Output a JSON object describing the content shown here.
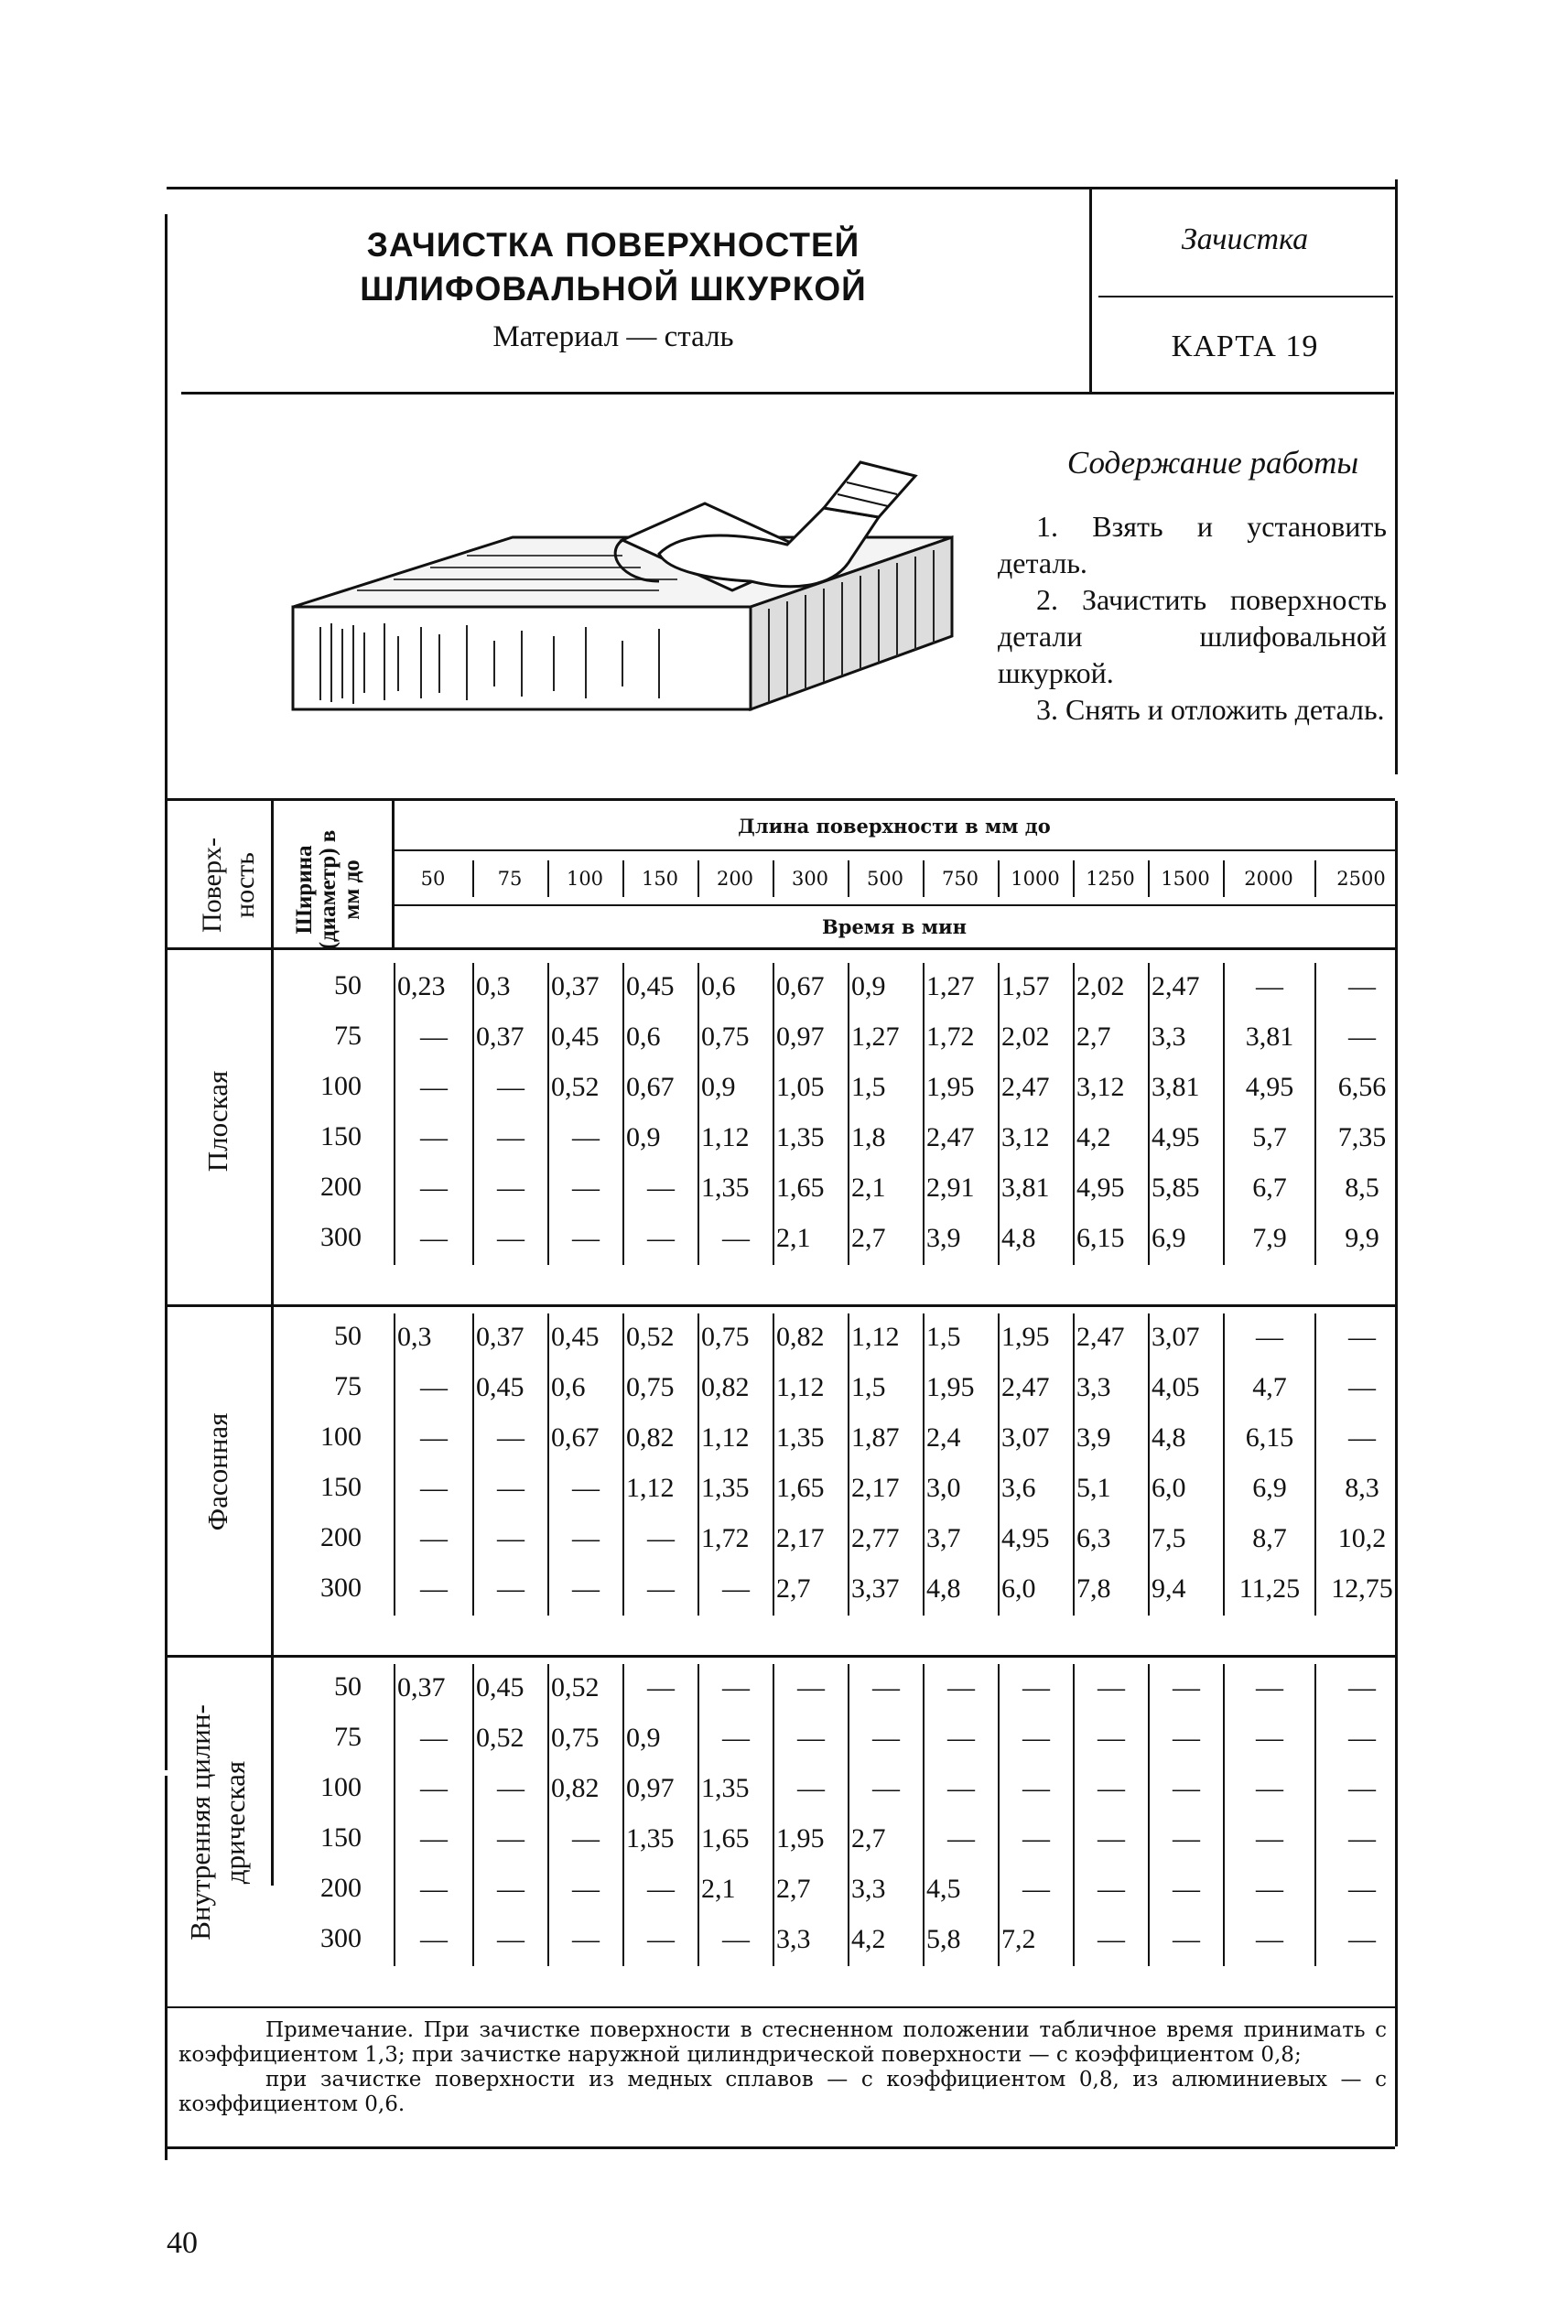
{
  "header": {
    "title_line1": "ЗАЧИСТКА ПОВЕРХНОСТЕЙ",
    "title_line2": "ШЛИФОВАЛЬНОЙ ШКУРКОЙ",
    "material": "Материал — сталь",
    "category": "Зачистка",
    "card": "КАРТА 19"
  },
  "work": {
    "heading": "Содержание работы",
    "steps": [
      "1. Взять и установить деталь.",
      "2. Зачистить поверхность детали шлифовальной шкуркой.",
      "3. Снять и отложить деталь."
    ]
  },
  "table": {
    "col_surface": "Поверх-ность",
    "col_width": "Ширина (диаметр) в мм до",
    "length_header": "Длина поверхности в мм до",
    "time_header": "Время в мин",
    "lengths": [
      "50",
      "75",
      "100",
      "150",
      "200",
      "300",
      "500",
      "750",
      "1000",
      "1250",
      "1500",
      "2000",
      "2500"
    ],
    "groups": [
      {
        "name": "Плоская",
        "rows": [
          {
            "w": "50",
            "v": [
              "0,23",
              "0,3",
              "0,37",
              "0,45",
              "0,6",
              "0,67",
              "0,9",
              "1,27",
              "1,57",
              "2,02",
              "2,47",
              "—",
              "—"
            ]
          },
          {
            "w": "75",
            "v": [
              "—",
              "0,37",
              "0,45",
              "0,6",
              "0,75",
              "0,97",
              "1,27",
              "1,72",
              "2,02",
              "2,7",
              "3,3",
              "3,81",
              "—"
            ]
          },
          {
            "w": "100",
            "v": [
              "—",
              "—",
              "0,52",
              "0,67",
              "0,9",
              "1,05",
              "1,5",
              "1,95",
              "2,47",
              "3,12",
              "3,81",
              "4,95",
              "6,56"
            ]
          },
          {
            "w": "150",
            "v": [
              "—",
              "—",
              "—",
              "0,9",
              "1,12",
              "1,35",
              "1,8",
              "2,47",
              "3,12",
              "4,2",
              "4,95",
              "5,7",
              "7,35"
            ]
          },
          {
            "w": "200",
            "v": [
              "—",
              "—",
              "—",
              "—",
              "1,35",
              "1,65",
              "2,1",
              "2,91",
              "3,81",
              "4,95",
              "5,85",
              "6,7",
              "8,5"
            ]
          },
          {
            "w": "300",
            "v": [
              "—",
              "—",
              "—",
              "—",
              "—",
              "2,1",
              "2,7",
              "3,9",
              "4,8",
              "6,15",
              "6,9",
              "7,9",
              "9,9"
            ]
          }
        ]
      },
      {
        "name": "Фасонная",
        "rows": [
          {
            "w": "50",
            "v": [
              "0,3",
              "0,37",
              "0,45",
              "0,52",
              "0,75",
              "0,82",
              "1,12",
              "1,5",
              "1,95",
              "2,47",
              "3,07",
              "—",
              "—"
            ]
          },
          {
            "w": "75",
            "v": [
              "—",
              "0,45",
              "0,6",
              "0,75",
              "0,82",
              "1,12",
              "1,5",
              "1,95",
              "2,47",
              "3,3",
              "4,05",
              "4,7",
              "—"
            ]
          },
          {
            "w": "100",
            "v": [
              "—",
              "—",
              "0,67",
              "0,82",
              "1,12",
              "1,35",
              "1,87",
              "2,4",
              "3,07",
              "3,9",
              "4,8",
              "6,15",
              "—"
            ]
          },
          {
            "w": "150",
            "v": [
              "—",
              "—",
              "—",
              "1,12",
              "1,35",
              "1,65",
              "2,17",
              "3,0",
              "3,6",
              "5,1",
              "6,0",
              "6,9",
              "8,3"
            ]
          },
          {
            "w": "200",
            "v": [
              "—",
              "—",
              "—",
              "—",
              "1,72",
              "2,17",
              "2,77",
              "3,7",
              "4,95",
              "6,3",
              "7,5",
              "8,7",
              "10,2"
            ]
          },
          {
            "w": "300",
            "v": [
              "—",
              "—",
              "—",
              "—",
              "—",
              "2,7",
              "3,37",
              "4,8",
              "6,0",
              "7,8",
              "9,4",
              "11,25",
              "12,75"
            ]
          }
        ]
      },
      {
        "name": "Внутренняя цилин-дрическая",
        "rows": [
          {
            "w": "50",
            "v": [
              "0,37",
              "0,45",
              "0,52",
              "—",
              "—",
              "—",
              "—",
              "—",
              "—",
              "—",
              "—",
              "—",
              "—"
            ]
          },
          {
            "w": "75",
            "v": [
              "—",
              "0,52",
              "0,75",
              "0,9",
              "—",
              "—",
              "—",
              "—",
              "—",
              "—",
              "—",
              "—",
              "—"
            ]
          },
          {
            "w": "100",
            "v": [
              "—",
              "—",
              "0,82",
              "0,97",
              "1,35",
              "—",
              "—",
              "—",
              "—",
              "—",
              "—",
              "—",
              "—"
            ]
          },
          {
            "w": "150",
            "v": [
              "—",
              "—",
              "—",
              "1,35",
              "1,65",
              "1,95",
              "2,7",
              "—",
              "—",
              "—",
              "—",
              "—",
              "—"
            ]
          },
          {
            "w": "200",
            "v": [
              "—",
              "—",
              "—",
              "—",
              "2,1",
              "2,7",
              "3,3",
              "4,5",
              "—",
              "—",
              "—",
              "—",
              "—"
            ]
          },
          {
            "w": "300",
            "v": [
              "—",
              "—",
              "—",
              "—",
              "—",
              "3,3",
              "4,2",
              "5,8",
              "7,2",
              "—",
              "—",
              "—",
              "—"
            ]
          }
        ]
      }
    ]
  },
  "note": {
    "line1": "Примечание. При зачистке поверхности в стесненном положении табличное время принимать с коэффициентом 1,3; при зачистке наружной цилиндрической поверхности — с коэффициентом 0,8;",
    "line2": "при зачистке поверхности из медных сплавов — с коэффициентом 0,8, из алюминиевых — с коэффициентом 0,6."
  },
  "page_number": "40"
}
